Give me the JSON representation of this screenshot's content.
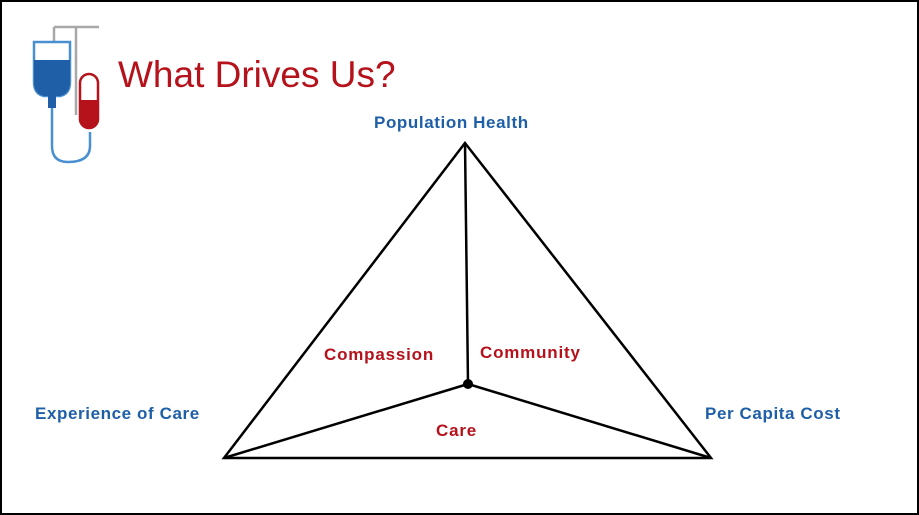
{
  "slide": {
    "title": "What Drives Us?"
  },
  "diagram": {
    "vertices": {
      "top": "Population Health",
      "left": "Experience of Care",
      "right": "Per Capita Cost"
    },
    "regions": {
      "left": "Compassion",
      "right": "Community",
      "bottom": "Care"
    }
  },
  "colors": {
    "title": "#b5121b",
    "vertex_labels": "#1f5fa8",
    "region_labels": "#b5121b",
    "logo_blue": "#1f5fa8",
    "logo_red": "#b5121b",
    "logo_tube": "#4a90d0",
    "logo_pole": "#a8a8a8",
    "lines": "#000000"
  },
  "icons": {
    "logo": "iv-bag-capsule-icon"
  }
}
